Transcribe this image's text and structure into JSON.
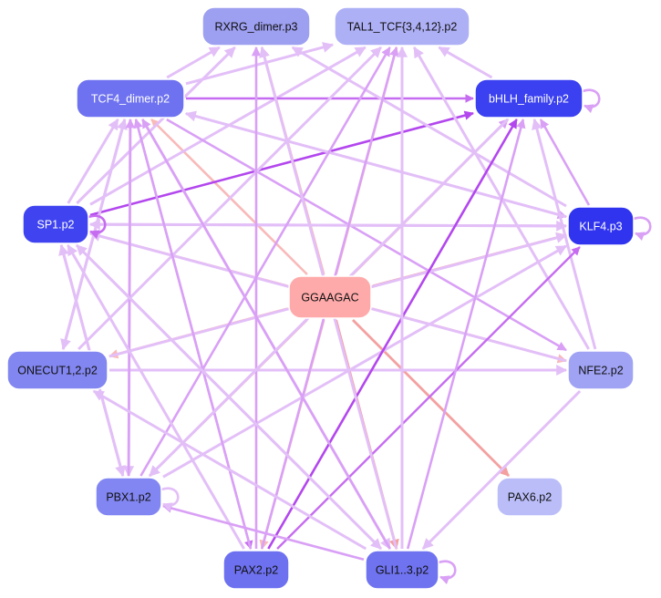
{
  "nodes": [
    {
      "id": "center",
      "label": "GGAAGAC",
      "color": "#ffaaaa"
    },
    {
      "id": "rxrg",
      "label": "RXRG_dimer.p3",
      "color": "#9d9ff0"
    },
    {
      "id": "tal1",
      "label": "TAL1_TCF{3,4,12}.p2",
      "color": "#aeb0f6"
    },
    {
      "id": "tcf4",
      "label": "TCF4_dimer.p2",
      "color": "#6e72f0"
    },
    {
      "id": "bhlh",
      "label": "bHLH_family.p2",
      "color": "#3b40f0"
    },
    {
      "id": "sp1",
      "label": "SP1.p2",
      "color": "#3f44f0"
    },
    {
      "id": "klf4",
      "label": "KLF4.p3",
      "color": "#3034ee"
    },
    {
      "id": "onecut",
      "label": "ONECUT1,2.p2",
      "color": "#8286f0"
    },
    {
      "id": "nfe2",
      "label": "NFE2.p2",
      "color": "#a0a3f4"
    },
    {
      "id": "pbx1",
      "label": "PBX1.p2",
      "color": "#8286f2"
    },
    {
      "id": "pax6",
      "label": "PAX6.p2",
      "color": "#babdf8"
    },
    {
      "id": "pax2",
      "label": "PAX2.p2",
      "color": "#6d71f0"
    },
    {
      "id": "gli",
      "label": "GLI1..3.p2",
      "color": "#6f73f0"
    }
  ],
  "edges": [
    {
      "from": "center",
      "to": "rxrg",
      "color": "#f9b9b9"
    },
    {
      "from": "center",
      "to": "tal1",
      "color": "#f9b9b9"
    },
    {
      "from": "center",
      "to": "tcf4",
      "color": "#f9b9b9"
    },
    {
      "from": "center",
      "to": "bhlh",
      "color": "#f9b9b9"
    },
    {
      "from": "center",
      "to": "sp1",
      "color": "#f9b9b9"
    },
    {
      "from": "center",
      "to": "klf4",
      "color": "#f4a0a0"
    },
    {
      "from": "center",
      "to": "onecut",
      "color": "#f9b9b9"
    },
    {
      "from": "center",
      "to": "nfe2",
      "color": "#f9b9b9"
    },
    {
      "from": "center",
      "to": "pbx1",
      "color": "#f9b9b9"
    },
    {
      "from": "center",
      "to": "pax6",
      "color": "#f4a0a0"
    },
    {
      "from": "center",
      "to": "pax2",
      "color": "#f9b9b9"
    },
    {
      "from": "center",
      "to": "gli",
      "color": "#f4a0a0"
    },
    {
      "from": "sp1",
      "to": "bhlh",
      "color": "#b347ee"
    },
    {
      "from": "sp1",
      "to": "klf4",
      "color": "#e3bff8"
    },
    {
      "from": "sp1",
      "to": "rxrg",
      "color": "#e3bff8"
    },
    {
      "from": "sp1",
      "to": "tal1",
      "color": "#e3bff8"
    },
    {
      "from": "sp1",
      "to": "tcf4",
      "color": "#e3bff8"
    },
    {
      "from": "sp1",
      "to": "gli",
      "color": "#e3bff8"
    },
    {
      "from": "sp1",
      "to": "pbx1",
      "color": "#e3bff8"
    },
    {
      "from": "tcf4",
      "to": "bhlh",
      "color": "#c66cf1"
    },
    {
      "from": "tcf4",
      "to": "rxrg",
      "color": "#e3bff8"
    },
    {
      "from": "tcf4",
      "to": "tal1",
      "color": "#e3bff8"
    },
    {
      "from": "tcf4",
      "to": "klf4",
      "color": "#d9a0f6"
    },
    {
      "from": "tcf4",
      "to": "nfe2",
      "color": "#d9a0f6"
    },
    {
      "from": "tcf4",
      "to": "pax2",
      "color": "#c66cf1"
    },
    {
      "from": "tcf4",
      "to": "gli",
      "color": "#e3bff8"
    },
    {
      "from": "tcf4",
      "to": "pbx1",
      "color": "#e3bff8"
    },
    {
      "from": "tcf4",
      "to": "onecut",
      "color": "#e3bff8"
    },
    {
      "from": "klf4",
      "to": "tcf4",
      "color": "#e3bff8"
    },
    {
      "from": "klf4",
      "to": "rxrg",
      "color": "#e3bff8"
    },
    {
      "from": "klf4",
      "to": "bhlh",
      "color": "#d9a0f6"
    },
    {
      "from": "klf4",
      "to": "sp1",
      "color": "#e3bff8"
    },
    {
      "from": "onecut",
      "to": "tcf4",
      "color": "#e3bff8"
    },
    {
      "from": "onecut",
      "to": "nfe2",
      "color": "#e3bff8"
    },
    {
      "from": "onecut",
      "to": "tal1",
      "color": "#e3bff8"
    },
    {
      "from": "onecut",
      "to": "klf4",
      "color": "#e3bff8"
    },
    {
      "from": "nfe2",
      "to": "tal1",
      "color": "#e3bff8"
    },
    {
      "from": "nfe2",
      "to": "bhlh",
      "color": "#e3bff8"
    },
    {
      "from": "nfe2",
      "to": "gli",
      "color": "#e3bff8"
    },
    {
      "from": "nfe2",
      "to": "sp1",
      "color": "#e3bff8"
    },
    {
      "from": "pbx1",
      "to": "tcf4",
      "color": "#d9a0f6"
    },
    {
      "from": "pbx1",
      "to": "sp1",
      "color": "#e3bff8"
    },
    {
      "from": "pbx1",
      "to": "bhlh",
      "color": "#d9a0f6"
    },
    {
      "from": "pbx1",
      "to": "tal1",
      "color": "#d9a0f6"
    },
    {
      "from": "pbx1",
      "to": "klf4",
      "color": "#e3bff8"
    },
    {
      "from": "pax2",
      "to": "bhlh",
      "color": "#b347ee"
    },
    {
      "from": "pax2",
      "to": "klf4",
      "color": "#c66cf1"
    },
    {
      "from": "pax2",
      "to": "tcf4",
      "color": "#d9a0f6"
    },
    {
      "from": "pax2",
      "to": "rxrg",
      "color": "#d9a0f6"
    },
    {
      "from": "pax2",
      "to": "tal1",
      "color": "#d9a0f6"
    },
    {
      "from": "pax2",
      "to": "sp1",
      "color": "#e3bff8"
    },
    {
      "from": "gli",
      "to": "tcf4",
      "color": "#d9a0f6"
    },
    {
      "from": "gli",
      "to": "tal1",
      "color": "#e3bff8"
    },
    {
      "from": "gli",
      "to": "bhlh",
      "color": "#d9a0f6"
    },
    {
      "from": "gli",
      "to": "onecut",
      "color": "#e3bff8"
    },
    {
      "from": "gli",
      "to": "pbx1",
      "color": "#d9a0f6"
    },
    {
      "from": "gli",
      "to": "sp1",
      "color": "#e3bff8"
    },
    {
      "from": "gli",
      "to": "rxrg",
      "color": "#e3bff8"
    },
    {
      "from": "bhlh",
      "to": "tal1",
      "color": "#e3bff8"
    },
    {
      "from": "bhlh",
      "to": "pbx1",
      "color": "#e3bff8"
    }
  ],
  "self_loops": [
    {
      "node": "bhlh",
      "color": "#d9a0f6"
    },
    {
      "node": "sp1",
      "color": "#c66cf1"
    },
    {
      "node": "klf4",
      "color": "#d9a0f6"
    },
    {
      "node": "pbx1",
      "color": "#e3bff8"
    },
    {
      "node": "gli",
      "color": "#d9a0f6"
    }
  ]
}
